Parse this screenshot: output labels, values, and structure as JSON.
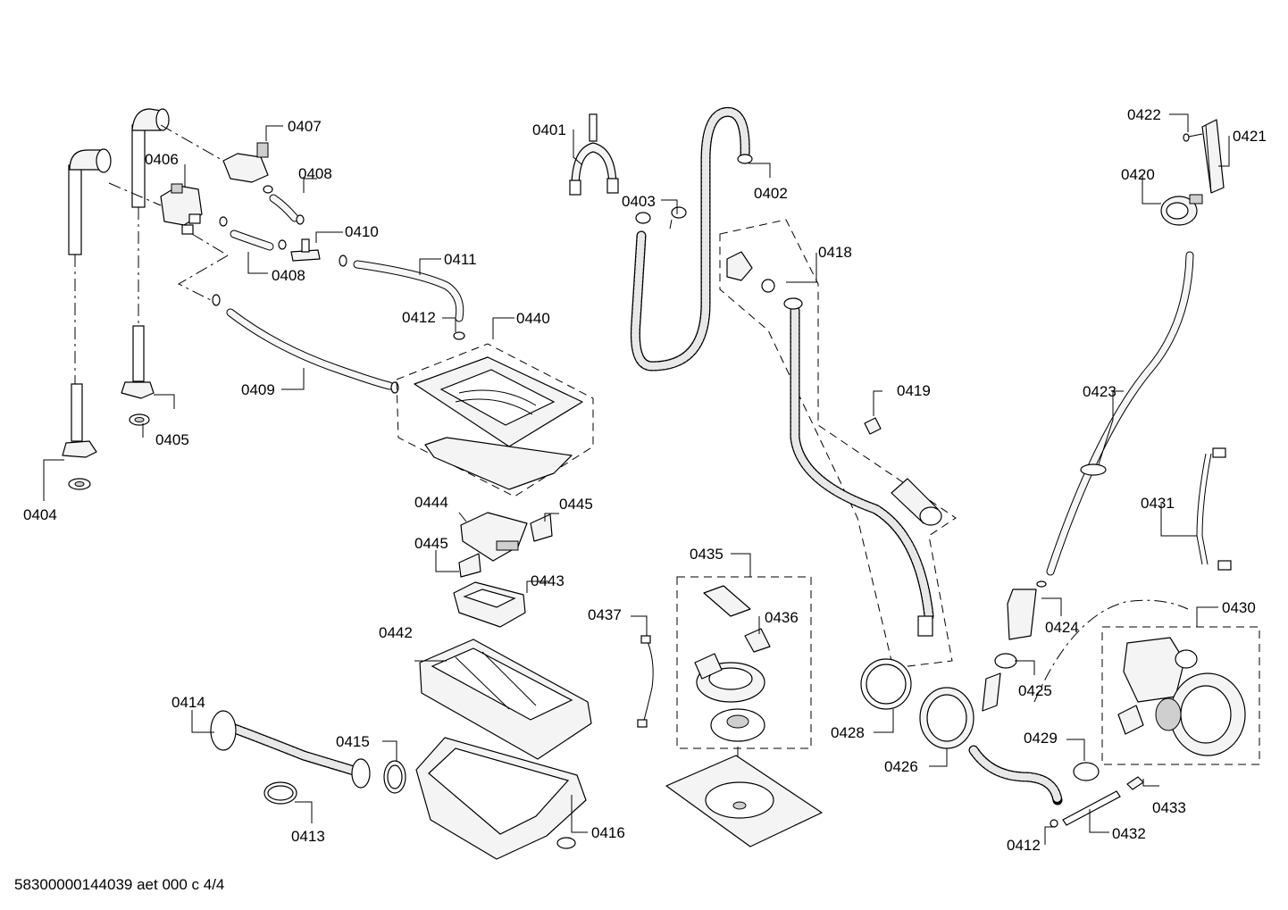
{
  "diagram": {
    "document_id": "58300000144039 aet 000 c 4/4",
    "part_labels": [
      {
        "code": "0401"
      },
      {
        "code": "0402"
      },
      {
        "code": "0403"
      },
      {
        "code": "0404"
      },
      {
        "code": "0405"
      },
      {
        "code": "0406"
      },
      {
        "code": "0407"
      },
      {
        "code": "0408"
      },
      {
        "code": "0408"
      },
      {
        "code": "0409"
      },
      {
        "code": "0410"
      },
      {
        "code": "0411"
      },
      {
        "code": "0412"
      },
      {
        "code": "0412"
      },
      {
        "code": "0413"
      },
      {
        "code": "0414"
      },
      {
        "code": "0415"
      },
      {
        "code": "0416"
      },
      {
        "code": "0418"
      },
      {
        "code": "0419"
      },
      {
        "code": "0420"
      },
      {
        "code": "0421"
      },
      {
        "code": "0422"
      },
      {
        "code": "0423"
      },
      {
        "code": "0424"
      },
      {
        "code": "0425"
      },
      {
        "code": "0426"
      },
      {
        "code": "0428"
      },
      {
        "code": "0429"
      },
      {
        "code": "0430"
      },
      {
        "code": "0431"
      },
      {
        "code": "0432"
      },
      {
        "code": "0433"
      },
      {
        "code": "0435"
      },
      {
        "code": "0436"
      },
      {
        "code": "0437"
      },
      {
        "code": "0440"
      },
      {
        "code": "0442"
      },
      {
        "code": "0443"
      },
      {
        "code": "0444"
      },
      {
        "code": "0445"
      },
      {
        "code": "0445"
      }
    ]
  }
}
